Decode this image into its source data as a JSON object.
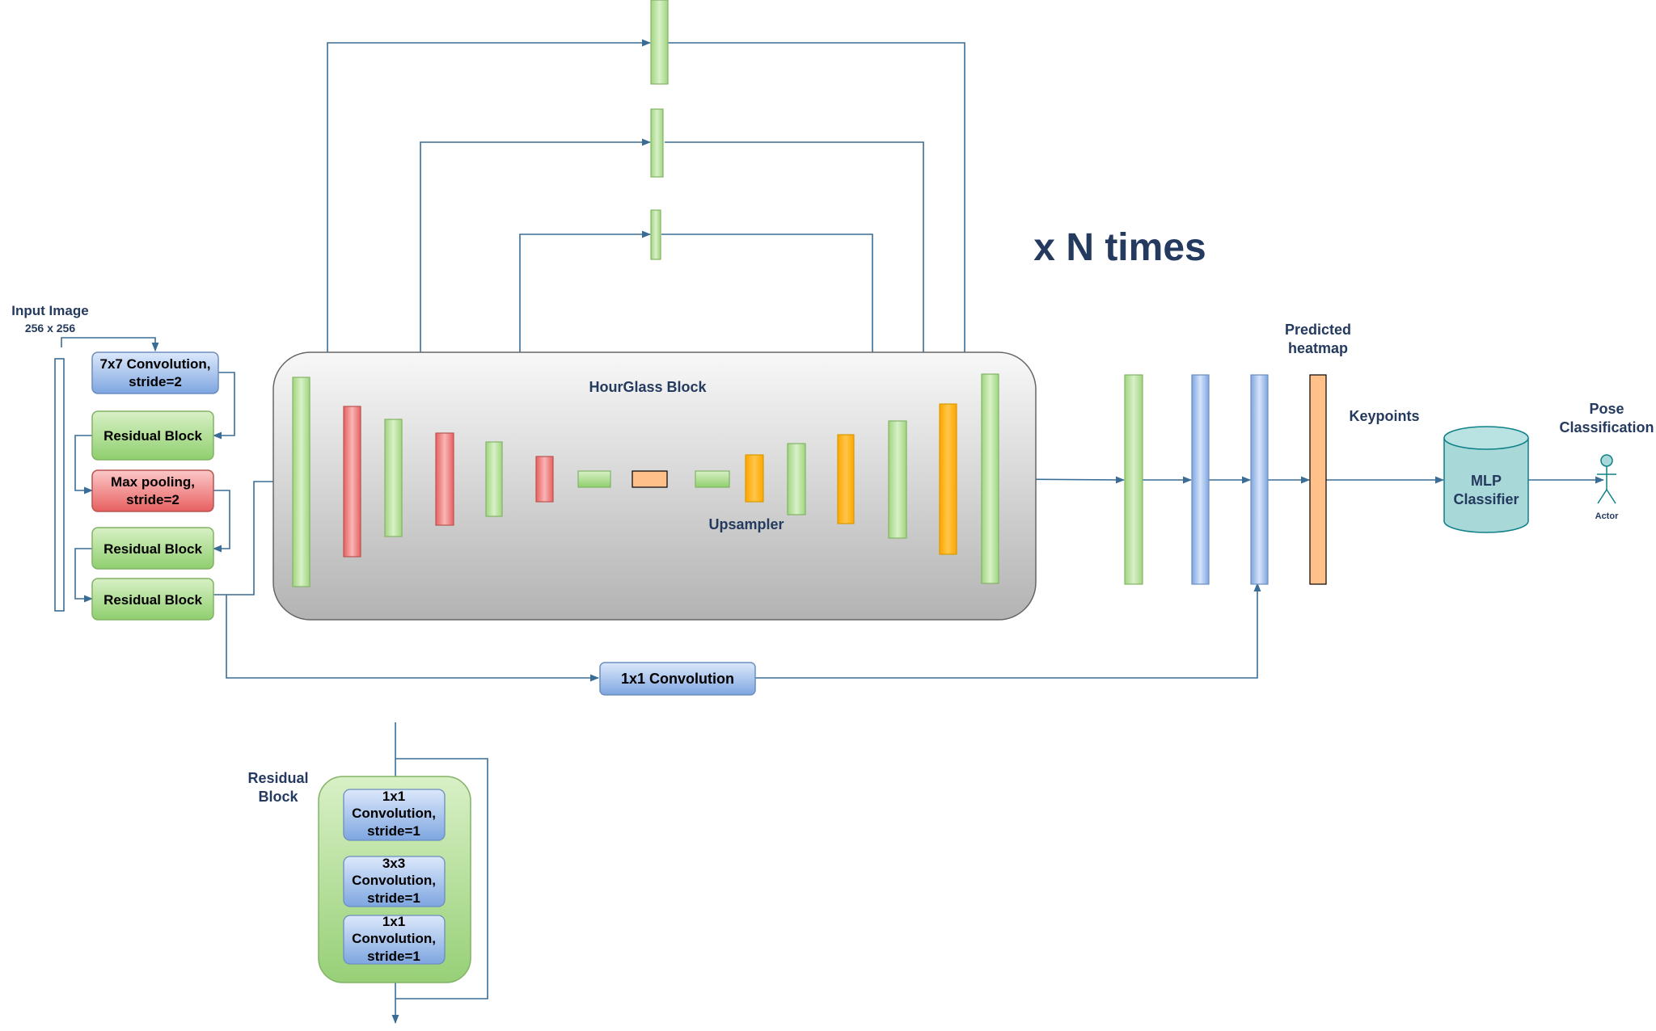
{
  "input": {
    "title": "Input Image",
    "size": "256 x 256"
  },
  "stem": {
    "conv7": [
      "7x7 Convolution,",
      "stride=2"
    ],
    "res1": "Residual Block",
    "maxpool": [
      "Max pooling,",
      "stride=2"
    ],
    "res2": "Residual Block",
    "res3": "Residual Block"
  },
  "hourglass": {
    "title": "HourGlass Block",
    "upsampler": "Upsampler"
  },
  "repeat_label": "x N times",
  "skip_conv": "1x1 Convolution",
  "heatmap_label": [
    "Predicted",
    "heatmap"
  ],
  "keypoints_label": "Keypoints",
  "classifier": [
    "MLP",
    "Classifier"
  ],
  "output_label": [
    "Pose",
    "Classification"
  ],
  "actor_label": "Actor",
  "residual_detail": {
    "title": [
      "Residual",
      "Block"
    ],
    "layers": [
      [
        "1x1",
        "Convolution,",
        "stride=1"
      ],
      [
        "3x3",
        "Convolution,",
        "stride=1"
      ],
      [
        "1x1",
        "Convolution,",
        "stride=1"
      ]
    ]
  },
  "colors": {
    "connector": "#3a6d96",
    "label_text": "#243a5e",
    "green": "#8fcf6e",
    "red": "#e86060",
    "blue": "#7ea6e0",
    "orange": "#ffa500",
    "peach": "#ffc08a",
    "teal": "#a8d8d8"
  }
}
